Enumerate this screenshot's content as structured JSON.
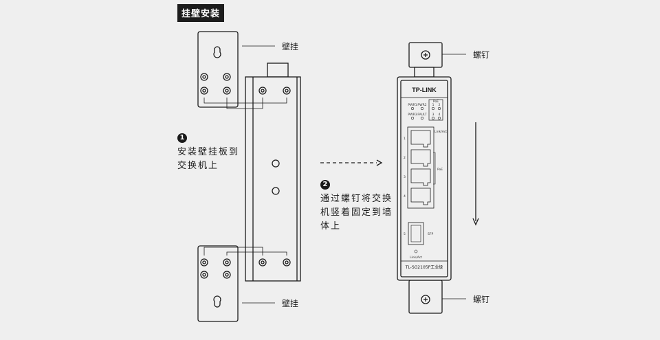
{
  "title": "挂壁安装",
  "labels": {
    "wall_hanger_top": "壁挂",
    "wall_hanger_bottom": "壁挂",
    "screw_top": "螺钉",
    "screw_bottom": "螺钉"
  },
  "steps": [
    {
      "number": "1",
      "lines": [
        "安装壁挂板到",
        "交换机上"
      ]
    },
    {
      "number": "2",
      "lines": [
        "通过螺钉将交换",
        "机竖着固定到墙",
        "体上"
      ]
    }
  ],
  "device": {
    "brand": "TP-LINK",
    "model": "TL-SG2105P工业级",
    "led_labels": [
      "PWR1",
      "PWR2",
      "PWR3",
      "FAULT",
      "PoE",
      "1",
      "2",
      "3",
      "4"
    ],
    "port_numbers": [
      "1",
      "2",
      "3",
      "4",
      "5"
    ],
    "link_act": "Link/Act",
    "poe": "PoE",
    "sfp": "SFP"
  }
}
